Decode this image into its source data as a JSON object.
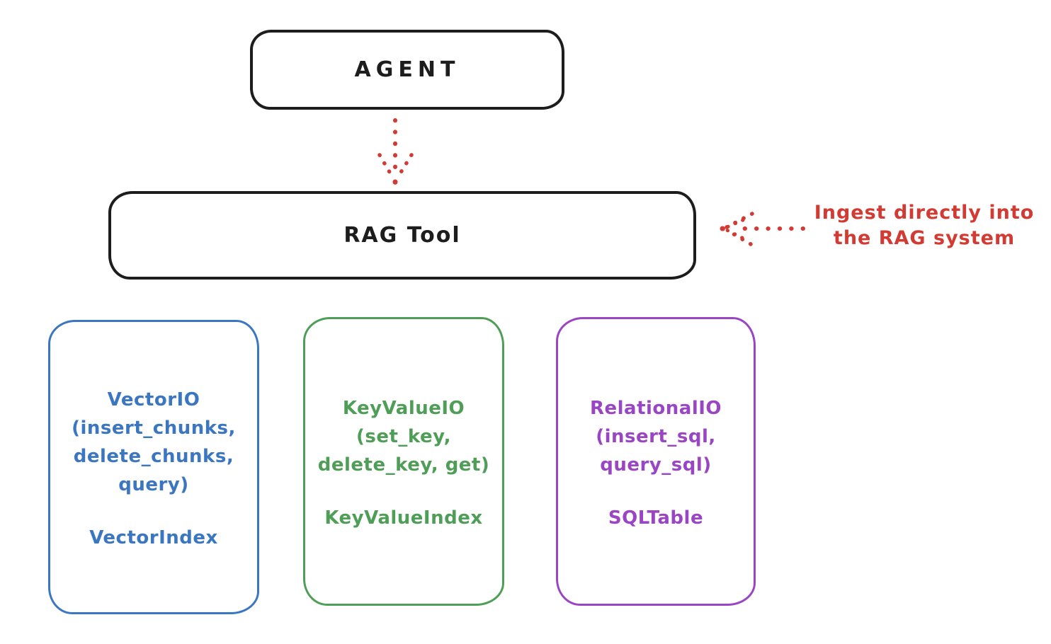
{
  "diagram": {
    "background_color": "#ffffff",
    "stroke_color": "#1d1d1d",
    "accent_red": "#d13b34",
    "agent_box": {
      "label": "AGENT"
    },
    "rag_box": {
      "label": "RAG Tool"
    },
    "agent_to_rag_arrow": {
      "style": "dotted",
      "direction": "down",
      "color": "#d13b34"
    },
    "annotation": {
      "lines": [
        "Ingest directly into",
        "the RAG system"
      ],
      "color": "#d13b34",
      "arrow": {
        "style": "dotted",
        "direction": "left",
        "color": "#d13b34"
      }
    },
    "io_boxes": [
      {
        "id": "vector-io",
        "color": "#3b76c1",
        "lines": [
          "VectorIO",
          "(insert_chunks,",
          "delete_chunks,",
          "query)"
        ],
        "index_label": "VectorIndex"
      },
      {
        "id": "keyvalue-io",
        "color": "#4f9e57",
        "lines": [
          "KeyValueIO",
          "(set_key,",
          "delete_key, get)"
        ],
        "index_label": "KeyValueIndex"
      },
      {
        "id": "relational-io",
        "color": "#9a45c4",
        "lines": [
          "RelationalIO",
          "(insert_sql,",
          "query_sql)"
        ],
        "index_label": "SQLTable"
      }
    ]
  }
}
